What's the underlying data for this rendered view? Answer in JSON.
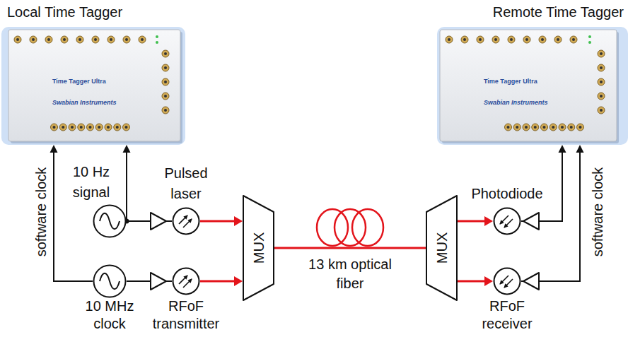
{
  "diagram": {
    "nodes": [
      {
        "text": [
          "Local Time Tagger"
        ]
      },
      {
        "text": [
          "Remote Time Tagger"
        ]
      },
      {
        "text": [
          "10 Hz signal"
        ]
      },
      {
        "text": [
          "10 MHz clock"
        ]
      },
      {
        "text": [
          "Pulsed laser"
        ]
      },
      {
        "text": [
          "RFoF transmitter"
        ]
      },
      {
        "text": [
          "MUX"
        ]
      },
      {
        "text": [
          "MUX"
        ]
      },
      {
        "text": [
          "Photodiode"
        ]
      },
      {
        "text": [
          "RFoF receiver"
        ]
      }
    ],
    "edges": [
      {
        "from": 2,
        "to": 0,
        "arrow": "to"
      },
      {
        "from": 3,
        "to": 0,
        "arrow": "to",
        "label": "software clock"
      },
      {
        "from": 2,
        "to": 4,
        "arrow": "none"
      },
      {
        "from": 3,
        "to": 5,
        "arrow": "none"
      },
      {
        "from": 4,
        "to": 6,
        "arrow": "to"
      },
      {
        "from": 5,
        "to": 6,
        "arrow": "to"
      },
      {
        "from": 6,
        "to": 7,
        "arrow": "none",
        "label": "13 km optical fiber"
      },
      {
        "from": 7,
        "to": 8,
        "arrow": "to"
      },
      {
        "from": 7,
        "to": 9,
        "arrow": "to"
      },
      {
        "from": 8,
        "to": 1,
        "arrow": "to"
      },
      {
        "from": 9,
        "to": 1,
        "arrow": "to",
        "label": "software clock"
      }
    ],
    "labels": [
      "Time Tagger Ultra",
      "Swabian Instruments",
      "Time Tagger Ultra",
      "Swabian Instruments"
    ]
  }
}
